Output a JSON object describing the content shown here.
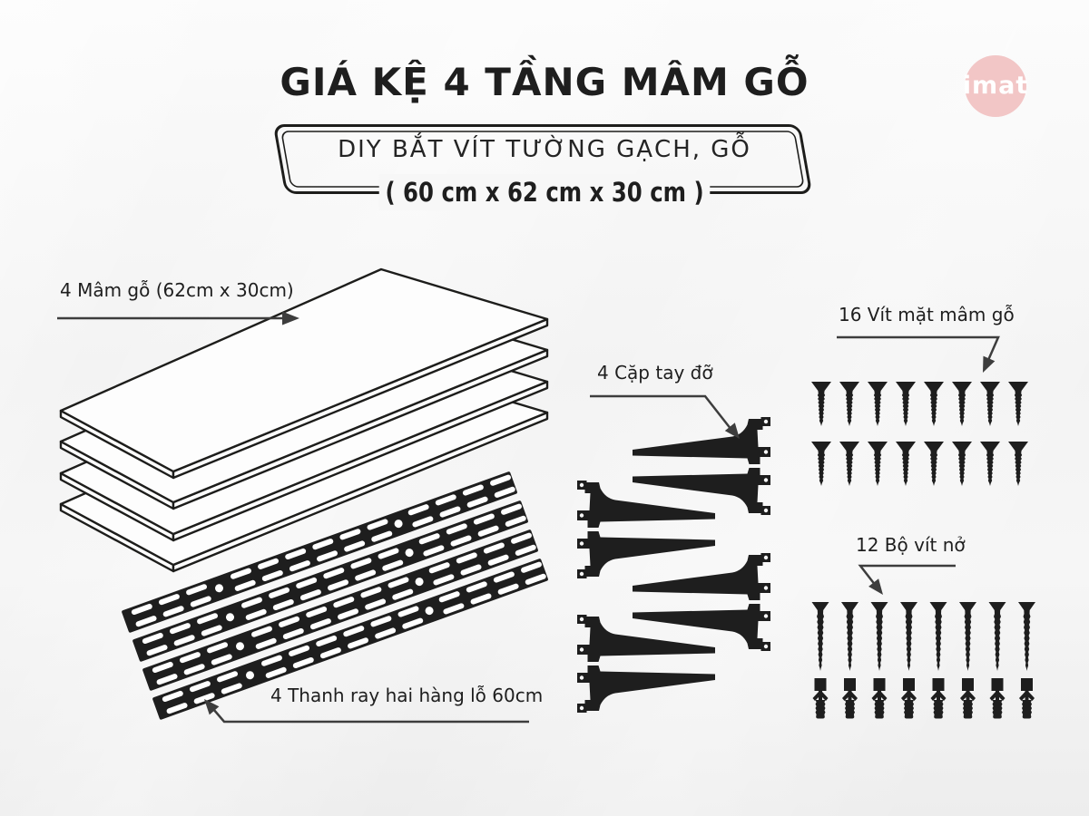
{
  "header": {
    "title": "GIÁ KỆ 4 TẦNG MÂM GỖ",
    "badge_line1": "DIY BẮT VÍT TƯỜNG GẠCH, GỖ",
    "badge_dimensions": "( 60 cm x 62 cm x 30 cm )"
  },
  "logo": {
    "text": "imat"
  },
  "labels": {
    "shelves": "4 Mâm gỗ (62cm x 30cm)",
    "brackets": "4 Cặp tay đỡ",
    "surface_screws": "16 Vít mặt mâm gỗ",
    "rails": "4 Thanh ray hai hàng lỗ 60cm",
    "anchor_sets": "12 Bộ vít nở"
  },
  "colors": {
    "ink": "#1e1e1e",
    "leader_line": "#3d3d3d",
    "logo_pink": "#f2c6c6",
    "background": "#f3f3f3"
  }
}
